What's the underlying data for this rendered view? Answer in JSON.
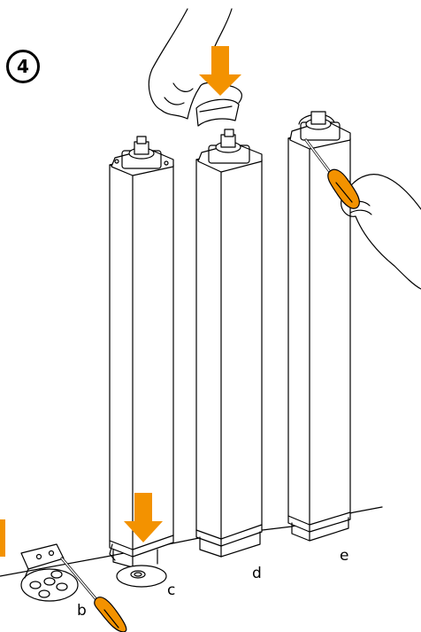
{
  "step": {
    "number": "4"
  },
  "parts": {
    "b": "b",
    "c": "c",
    "d": "d",
    "e": "e"
  },
  "colors": {
    "accent": "#F39200",
    "line": "#000000",
    "screwdriver_shaft": "#ffffff"
  },
  "icons": [
    "down-arrow-icon",
    "hand-icon",
    "screwdriver-icon",
    "mounting-plate-icon",
    "clip-icon"
  ]
}
